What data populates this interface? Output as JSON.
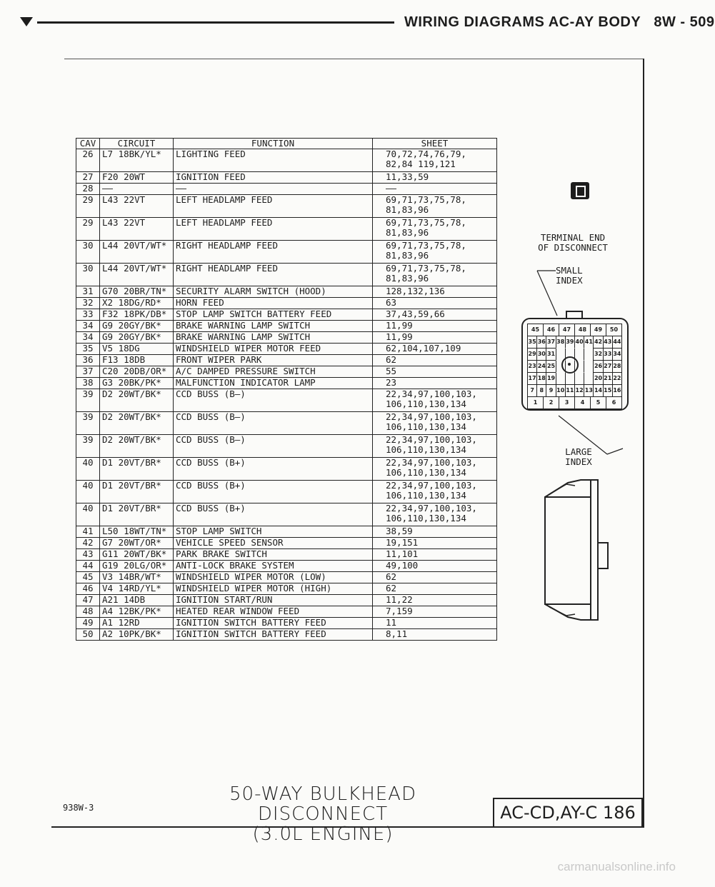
{
  "header": {
    "title": "WIRING DIAGRAMS AC-AY BODY",
    "page": "8W - 509"
  },
  "table": {
    "columns": [
      "CAV",
      "CIRCUIT",
      "FUNCTION",
      "SHEET"
    ],
    "rows": [
      {
        "cav": "26",
        "circuit": "L7 18BK/YL*",
        "function": "LIGHTING FEED",
        "sheet": "70,72,74,76,79,\n82,84 119,121"
      },
      {
        "cav": "27",
        "circuit": "F20 20WT",
        "function": "IGNITION FEED",
        "sheet": "11,33,59"
      },
      {
        "cav": "28",
        "circuit": "——",
        "function": "——",
        "sheet": "——"
      },
      {
        "cav": "29",
        "circuit": "L43 22VT",
        "function": "LEFT HEADLAMP FEED",
        "sheet": "69,71,73,75,78,\n81,83,96"
      },
      {
        "cav": "29",
        "circuit": "L43 22VT",
        "function": "LEFT HEADLAMP FEED",
        "sheet": "69,71,73,75,78,\n81,83,96"
      },
      {
        "cav": "30",
        "circuit": "L44 20VT/WT*",
        "function": "RIGHT HEADLAMP FEED",
        "sheet": "69,71,73,75,78,\n81,83,96"
      },
      {
        "cav": "30",
        "circuit": "L44 20VT/WT*",
        "function": "RIGHT HEADLAMP FEED",
        "sheet": "69,71,73,75,78,\n81,83,96"
      },
      {
        "cav": "31",
        "circuit": "G70 20BR/TN*",
        "function": "SECURITY ALARM SWITCH (HOOD)",
        "sheet": "128,132,136"
      },
      {
        "cav": "32",
        "circuit": "X2 18DG/RD*",
        "function": "HORN FEED",
        "sheet": "63"
      },
      {
        "cav": "33",
        "circuit": "F32 18PK/DB*",
        "function": "STOP LAMP SWITCH BATTERY FEED",
        "sheet": "37,43,59,66"
      },
      {
        "cav": "34",
        "circuit": "G9 20GY/BK*",
        "function": "BRAKE WARNING LAMP SWITCH",
        "sheet": "11,99"
      },
      {
        "cav": "34",
        "circuit": "G9 20GY/BK*",
        "function": "BRAKE WARNING LAMP SWITCH",
        "sheet": "11,99"
      },
      {
        "cav": "35",
        "circuit": "V5 18DG",
        "function": "WINDSHIELD WIPER MOTOR FEED",
        "sheet": "62,104,107,109"
      },
      {
        "cav": "36",
        "circuit": "F13 18DB",
        "function": "FRONT WIPER PARK",
        "sheet": "62"
      },
      {
        "cav": "37",
        "circuit": "C20 20DB/OR*",
        "function": "A/C DAMPED PRESSURE SWITCH",
        "sheet": "55"
      },
      {
        "cav": "38",
        "circuit": "G3 20BK/PK*",
        "function": "MALFUNCTION INDICATOR LAMP",
        "sheet": "23"
      },
      {
        "cav": "39",
        "circuit": "D2 20WT/BK*",
        "function": "CCD BUSS (B—)",
        "sheet": "22,34,97,100,103,\n106,110,130,134"
      },
      {
        "cav": "39",
        "circuit": "D2 20WT/BK*",
        "function": "CCD BUSS (B—)",
        "sheet": "22,34,97,100,103,\n106,110,130,134"
      },
      {
        "cav": "39",
        "circuit": "D2 20WT/BK*",
        "function": "CCD BUSS (B—)",
        "sheet": "22,34,97,100,103,\n106,110,130,134"
      },
      {
        "cav": "40",
        "circuit": "D1 20VT/BR*",
        "function": "CCD BUSS (B+)",
        "sheet": "22,34,97,100,103,\n106,110,130,134"
      },
      {
        "cav": "40",
        "circuit": "D1 20VT/BR*",
        "function": "CCD BUSS (B+)",
        "sheet": "22,34,97,100,103,\n106,110,130,134"
      },
      {
        "cav": "40",
        "circuit": "D1 20VT/BR*",
        "function": "CCD BUSS (B+)",
        "sheet": "22,34,97,100,103,\n106,110,130,134"
      },
      {
        "cav": "41",
        "circuit": "L50 18WT/TN*",
        "function": "STOP LAMP SWITCH",
        "sheet": "38,59"
      },
      {
        "cav": "42",
        "circuit": "G7 20WT/OR*",
        "function": "VEHICLE SPEED SENSOR",
        "sheet": "19,151"
      },
      {
        "cav": "43",
        "circuit": "G11 20WT/BK*",
        "function": "PARK BRAKE SWITCH",
        "sheet": "11,101"
      },
      {
        "cav": "44",
        "circuit": "G19 20LG/OR*",
        "function": "ANTI-LOCK BRAKE SYSTEM",
        "sheet": "49,100"
      },
      {
        "cav": "45",
        "circuit": "V3 14BR/WT*",
        "function": "WINDSHIELD WIPER MOTOR (LOW)",
        "sheet": "62"
      },
      {
        "cav": "46",
        "circuit": "V4 14RD/YL*",
        "function": "WINDSHIELD WIPER MOTOR (HIGH)",
        "sheet": "62"
      },
      {
        "cav": "47",
        "circuit": "A21 14DB",
        "function": "IGNITION START/RUN",
        "sheet": "11,22"
      },
      {
        "cav": "48",
        "circuit": "A4 12BK/PK*",
        "function": "HEATED REAR WINDOW FEED",
        "sheet": "7,159"
      },
      {
        "cav": "49",
        "circuit": "A1 12RD",
        "function": "IGNITION SWITCH BATTERY FEED",
        "sheet": "11"
      },
      {
        "cav": "50",
        "circuit": "A2 10PK/BK*",
        "function": "IGNITION SWITCH BATTERY FEED",
        "sheet": "8,11"
      }
    ]
  },
  "side": {
    "icon": "connector-icon",
    "terminal_label": "TERMINAL END\nOF DISCONNECT",
    "small_index": "SMALL\nINDEX",
    "large_index": "LARGE\nINDEX",
    "connector_rows": [
      [
        "45",
        "46",
        "47",
        "48",
        "49",
        "50"
      ],
      [
        "35",
        "36",
        "37",
        "38",
        "39",
        "40",
        "41",
        "42",
        "43",
        "44"
      ],
      [
        "29",
        "30",
        "31",
        "",
        "",
        "",
        "",
        "32",
        "33",
        "34"
      ],
      [
        "23",
        "24",
        "25",
        "",
        "",
        "",
        "",
        "26",
        "27",
        "28"
      ],
      [
        "17",
        "18",
        "19",
        "",
        "",
        "",
        "",
        "20",
        "21",
        "22"
      ],
      [
        "7",
        "8",
        "9",
        "10",
        "11",
        "12",
        "13",
        "14",
        "15",
        "16"
      ],
      [
        "1",
        "2",
        "3",
        "4",
        "5",
        "6"
      ]
    ]
  },
  "footer": {
    "title_line1": "50-WAY BULKHEAD DISCONNECT",
    "title_line2": "(3.0L ENGINE)",
    "figure_number": "938W-3",
    "page_code": "AC-CD,AY-C 186"
  },
  "watermark": "carmanualsonline.info"
}
